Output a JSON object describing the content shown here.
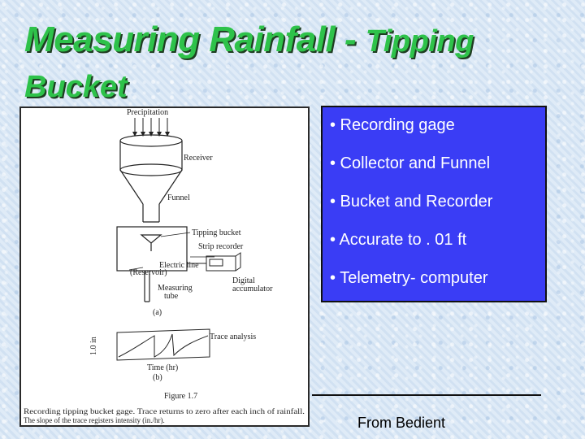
{
  "title": {
    "main": "Measuring Rainfall - ",
    "sub": "Tipping",
    "line2": "Bucket"
  },
  "figure": {
    "labels": {
      "precipitation": "Precipitation",
      "receiver": "Receiver",
      "funnel": "Funnel",
      "tipping_bucket": "Tipping bucket",
      "strip_recorder": "Strip recorder",
      "electric_line": "Electric line",
      "reservoir": "(Reservoir)",
      "digital_accumulator_1": "Digital",
      "digital_accumulator_2": "accumulator",
      "measuring_tube_1": "Measuring",
      "measuring_tube_2": "tube",
      "part_a": "(a)",
      "trace_analysis": "Trace analysis",
      "axis_y": "1.0 in",
      "axis_x": "Time (hr)",
      "part_b": "(b)",
      "fig_number": "Figure 1.7",
      "caption_1": "Recording tipping bucket gage. Trace returns to zero after each inch of rainfall.",
      "caption_2": "The slope of the trace registers intensity (in./hr)."
    }
  },
  "bullets": [
    "• Recording gage",
    "• Collector and Funnel",
    "• Bucket and Recorder",
    "• Accurate to . 01 ft",
    "• Telemetry- computer"
  ],
  "credit": "From Bedient",
  "colors": {
    "title": "#2ec24a",
    "bullet_box": "#3a3df5",
    "bullet_text": "#ffffff"
  }
}
